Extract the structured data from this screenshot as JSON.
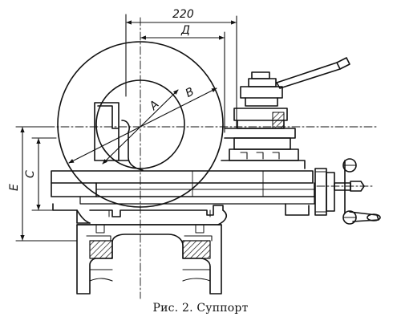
{
  "caption": "Рис. 2. Суппорт",
  "dimensions": {
    "top_dim_value": "220",
    "d_label": "Д",
    "radius_a": "A",
    "radius_b": "B",
    "height_e": "E",
    "height_c": "C"
  },
  "colors": {
    "ink": "#111111",
    "background": "#ffffff"
  }
}
